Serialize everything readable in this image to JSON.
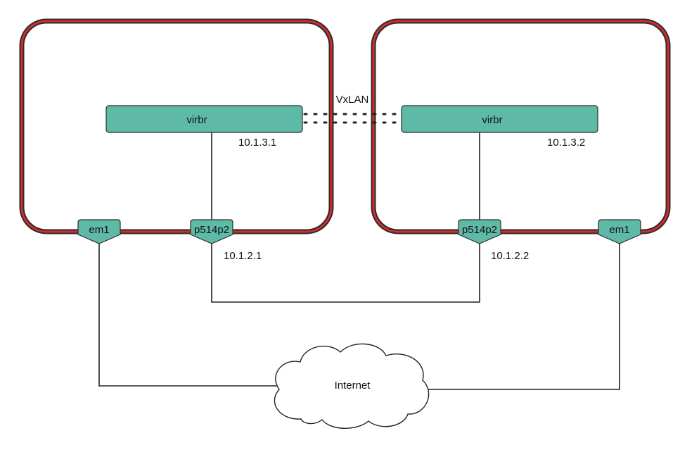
{
  "hosts": [
    {
      "bridge": {
        "label": "virbr",
        "ip": "10.1.3.1"
      },
      "external_port": {
        "label": "em1"
      },
      "internal_port": {
        "label": "p514p2",
        "ip": "10.1.2.1"
      }
    },
    {
      "bridge": {
        "label": "virbr",
        "ip": "10.1.3.2"
      },
      "external_port": {
        "label": "em1"
      },
      "internal_port": {
        "label": "p514p2",
        "ip": "10.1.2.2"
      }
    }
  ],
  "tunnel": {
    "label": "VxLAN"
  },
  "cloud": {
    "label": "Internet"
  },
  "colors": {
    "host_border_outer": "#2b2b2b",
    "host_border_inner": "#d62b2b",
    "node_fill": "#5ebaa7",
    "line": "#222222"
  }
}
